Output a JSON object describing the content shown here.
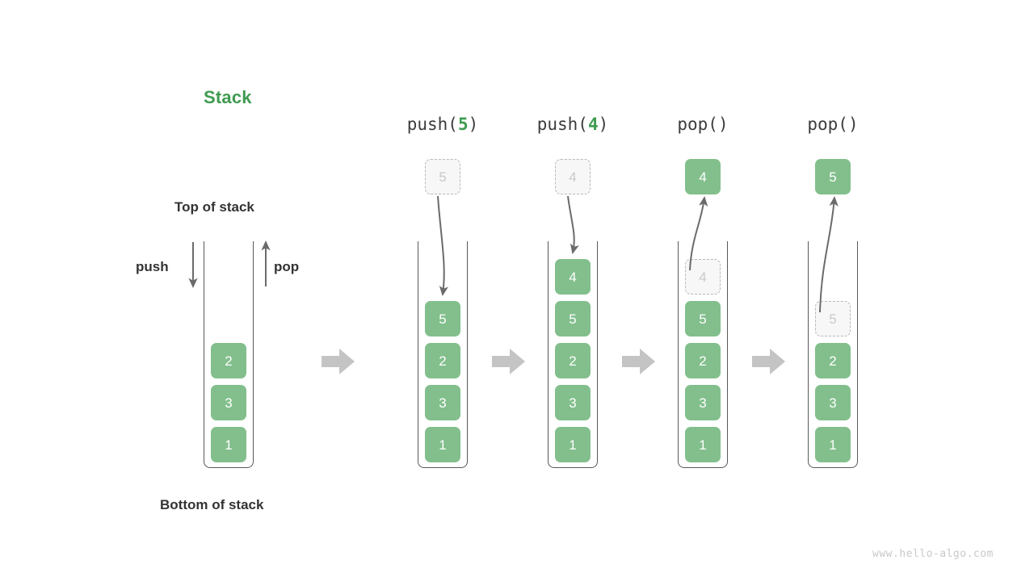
{
  "title": "Stack",
  "labels": {
    "top_of_stack": "Top of stack",
    "bottom_of_stack": "Bottom of stack",
    "push": "push",
    "pop": "pop"
  },
  "watermark": "www.hello-algo.com",
  "colors": {
    "element_green": "#82bf8c",
    "title_green": "#3f9b51",
    "ghost_fill": "#f7f7f7",
    "ghost_border": "#b9b9b9",
    "ghost_text": "#c9c9c9",
    "container_stroke": "#595959",
    "arrow_gray": "#6b6b6b",
    "separator_gray": "#c4c4c4",
    "text_dark": "#333333",
    "watermark_gray": "#c8c8c8"
  },
  "initial_stack": {
    "name": "initial",
    "elements": [
      "2",
      "3",
      "1"
    ]
  },
  "separator_arrows": [
    {
      "name": "separator-1"
    },
    {
      "name": "separator-2"
    },
    {
      "name": "separator-3"
    },
    {
      "name": "separator-4"
    }
  ],
  "operations": [
    {
      "id": "push-5",
      "header_prefix": "push(",
      "header_value": "5",
      "header_suffix": ")",
      "kind": "push",
      "floating": {
        "value": "5",
        "style": "ghost"
      },
      "stack": [
        {
          "value": "5",
          "style": "solid"
        },
        {
          "value": "2",
          "style": "solid"
        },
        {
          "value": "3",
          "style": "solid"
        },
        {
          "value": "1",
          "style": "solid"
        }
      ]
    },
    {
      "id": "push-4",
      "header_prefix": "push(",
      "header_value": "4",
      "header_suffix": ")",
      "kind": "push",
      "floating": {
        "value": "4",
        "style": "ghost"
      },
      "stack": [
        {
          "value": "4",
          "style": "solid"
        },
        {
          "value": "5",
          "style": "solid"
        },
        {
          "value": "2",
          "style": "solid"
        },
        {
          "value": "3",
          "style": "solid"
        },
        {
          "value": "1",
          "style": "solid"
        }
      ]
    },
    {
      "id": "pop-4",
      "header_prefix": "pop(",
      "header_value": "",
      "header_suffix": ")",
      "kind": "pop",
      "floating": {
        "value": "4",
        "style": "solid"
      },
      "stack": [
        {
          "value": "4",
          "style": "ghost"
        },
        {
          "value": "5",
          "style": "solid"
        },
        {
          "value": "2",
          "style": "solid"
        },
        {
          "value": "3",
          "style": "solid"
        },
        {
          "value": "1",
          "style": "solid"
        }
      ]
    },
    {
      "id": "pop-5",
      "header_prefix": "pop(",
      "header_value": "",
      "header_suffix": ")",
      "kind": "pop",
      "floating": {
        "value": "5",
        "style": "solid"
      },
      "stack": [
        {
          "value": "5",
          "style": "ghost"
        },
        {
          "value": "2",
          "style": "solid"
        },
        {
          "value": "3",
          "style": "solid"
        },
        {
          "value": "1",
          "style": "solid"
        }
      ]
    }
  ]
}
